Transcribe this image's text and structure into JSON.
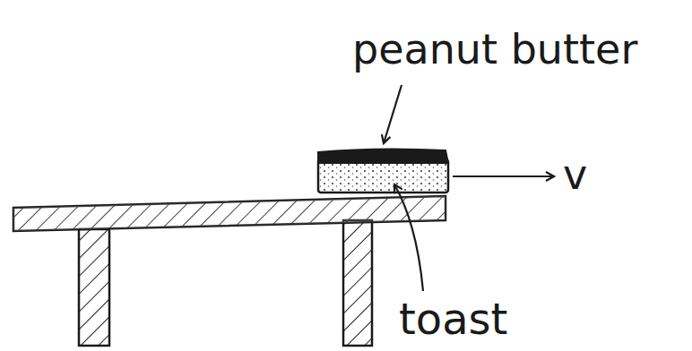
{
  "diagram": {
    "labels": [
      "peanut butter",
      "v",
      "toast"
    ]
  }
}
